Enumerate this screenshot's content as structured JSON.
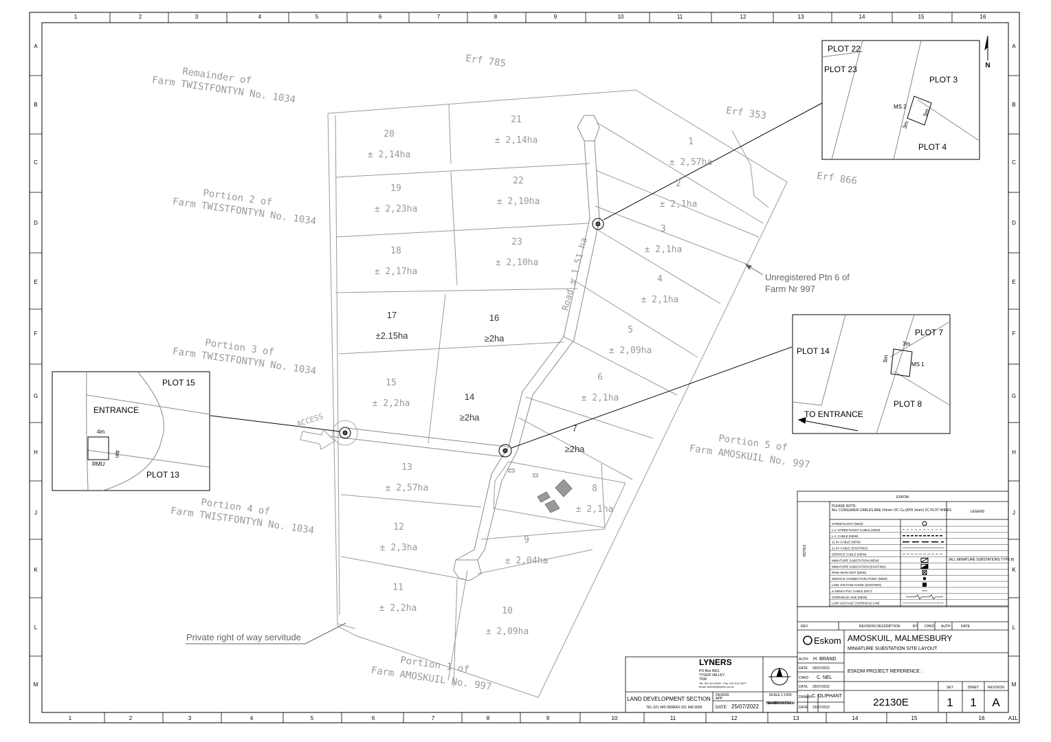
{
  "grid": {
    "cols_top": [
      "1",
      "2",
      "3",
      "4",
      "5",
      "6",
      "7",
      "8",
      "9",
      "10",
      "11",
      "12",
      "13",
      "14",
      "15",
      "16"
    ],
    "cols_bottom": [
      "1",
      "2",
      "3",
      "4",
      "5",
      "6",
      "7",
      "8",
      "9",
      "10",
      "11",
      "12",
      "13",
      "14",
      "15",
      "16"
    ],
    "rows": [
      "A",
      "B",
      "C",
      "D",
      "E",
      "F",
      "G",
      "H",
      "J",
      "K",
      "L",
      "M"
    ],
    "sheet_size": "A1L"
  },
  "neighbours": {
    "erf785": "Erf 785",
    "erf353": "Erf 353",
    "erf866": "Erf 866",
    "rem_line1": "Remainder of",
    "rem_line2": "Farm TWISTFONTYN No. 1034",
    "p2_line1": "Portion 2 of",
    "p2_line2": "Farm TWISTFONTYN No. 1034",
    "p3_line1": "Portion 3 of",
    "p3_line2": "Farm TWISTFONTYN No. 1034",
    "p4_line1": "Portion 4 of",
    "p4_line2": "Farm TWISTFONTYN No. 1034",
    "p5_line1": "Portion 5 of",
    "p5_line2": "Farm AMOSKUIL No. 997",
    "p1_line1": "Portion 1 of",
    "p1_line2": "Farm AMOSKUIL No. 997",
    "unreg_line1": "Unregistered  Ptn 6 of",
    "unreg_line2": "Farm Nr 997",
    "access": "ACCESS",
    "road": "Road ± 1.51 ha",
    "servitude": "Private right of way servitude"
  },
  "plots": [
    {
      "num": "1",
      "area": "± 2,57ha"
    },
    {
      "num": "2",
      "area": "± 2,1ha"
    },
    {
      "num": "3",
      "area": "± 2,1ha"
    },
    {
      "num": "4",
      "area": "± 2,1ha"
    },
    {
      "num": "5",
      "area": "± 2,09ha"
    },
    {
      "num": "6",
      "area": "± 2,1ha"
    },
    {
      "num": "7",
      "area": "≥2ha"
    },
    {
      "num": "8",
      "area": "± 2,1ha"
    },
    {
      "num": "9",
      "area": "± 2,04ha"
    },
    {
      "num": "10",
      "area": "± 2,09ha"
    },
    {
      "num": "11",
      "area": "± 2,2ha"
    },
    {
      "num": "12",
      "area": "± 2,3ha"
    },
    {
      "num": "13",
      "area": "± 2,57ha"
    },
    {
      "num": "14",
      "area": "≥2ha"
    },
    {
      "num": "15",
      "area": "± 2,2ha"
    },
    {
      "num": "16",
      "area": "≥2ha"
    },
    {
      "num": "17",
      "area": "±2.15ha"
    },
    {
      "num": "18",
      "area": "± 2,17ha"
    },
    {
      "num": "19",
      "area": "± 2,23ha"
    },
    {
      "num": "20",
      "area": "± 2,14ha"
    },
    {
      "num": "21",
      "area": "± 2,14ha"
    },
    {
      "num": "22",
      "area": "± 2,10ha"
    },
    {
      "num": "23",
      "area": "± 2,10ha"
    }
  ],
  "inset_ms2": {
    "p22": "PLOT 22",
    "p23": "PLOT 23",
    "p3": "PLOT 3",
    "p4": "PLOT 4",
    "ms": "MS 2",
    "w": "3m",
    "h": "5m"
  },
  "inset_ms1": {
    "p7": "PLOT 7",
    "p14": "PLOT 14",
    "p8": "PLOT 8",
    "ms": "MS 1",
    "w": "3m",
    "h": "5m",
    "entrance": "TO ENTRANCE"
  },
  "inset_rmu": {
    "p15": "PLOT 15",
    "p13": "PLOT 13",
    "entrance": "ENTRANCE",
    "rmu": "RMU",
    "w": "4m",
    "h": "4m"
  },
  "north": "N",
  "legend": {
    "header": "ESKOM",
    "note_line1": "PLEASE NOTE:",
    "note_line2": "ALL CONSUMER CABLES ARE 16mm² 2/C Cu (ATH 1mm²) 2C PLOT WIRES",
    "side": "NOTES",
    "right_note": "(ALL MINIATURE SUBSTATIONS TYPE B)",
    "top_right": "LEGEND",
    "items": [
      "STREETLIGHT (NEW)",
      "L.V. STREETLIGHT CABLE (NEW)",
      "L.V. CABLE (NEW)",
      "11 kV CABLE (NEW)",
      "11 kV CABLE (EXISTING)",
      "SERVICE CABLE (NEW)",
      "MINIATURE SUBSTATION (NEW)",
      "MINIATURE SUBSTATION (EXISTING)",
      "RING MAIN UNIT (NEW)",
      "SERVICE CONNECTION POINT (NEW)",
      "LOW VOLTAGE KIOSK (EXISTING)",
      "ø 160mm PVC CABLE DUCT",
      "OVERHEAD LINE (NEW)",
      "LOW VOLTAGE OVERHEAD LINE"
    ]
  },
  "revision_header": {
    "rev": "REV",
    "desc": "REVISION DESCRIPTION",
    "by": "BY",
    "chkd": "CHKD",
    "auth": "AUTH",
    "date": "DATE"
  },
  "title_block": {
    "logo": "Eskom",
    "project": "AMOSKUIL, MALMESBURY",
    "subtitle": "MINIATURE SUBSTATION SITE LAYOUT",
    "ref_label": "ESKOM PROJECT REFERENCE :",
    "auth_label": "AUTH",
    "auth_name": "H. BRAND",
    "chkd_label": "CHKD",
    "chkd_name": "C. NEL",
    "drawn_label": "DRAWN",
    "drawn_name": "C. OLIPHANT",
    "date_label": "DATE",
    "date_val": "25/07/2022",
    "drawing_no": "22130E",
    "set_label": "SET",
    "sheet_label": "SHEET",
    "revision_label": "REVISION",
    "set": "1",
    "sheet": "1",
    "revision": "A",
    "scale": "SCALE  1:1000",
    "property_note": "THIS DRAWING IS THE PROPERTY OF ESKOM"
  },
  "consultant": {
    "name": "LYNERS",
    "addr1": "PO Box 4561",
    "addr2": "TYGER VALLEY",
    "addr3": "7536",
    "contact": "Tel: 021 914 0000 · Fax: 021 914 3427",
    "email": "email: bellville@lyners.co.za",
    "section": "LAND DEVELOPMENT SECTION",
    "tel_left": "TEL 021 940 0000",
    "fax_left": "FAX 021 940 0000",
    "design_label": "DESIGN",
    "appr_label": "APP",
    "date_label": "DATE:",
    "date_val": "25/07/2022"
  }
}
